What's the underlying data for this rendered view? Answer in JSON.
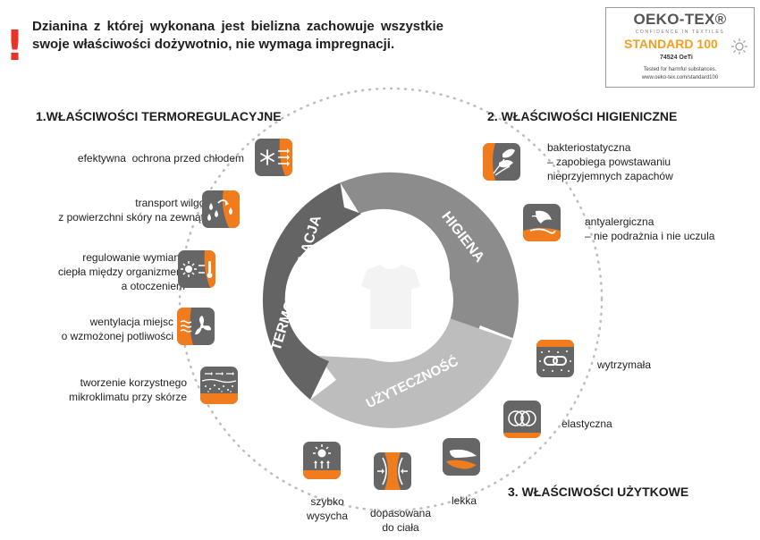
{
  "intro": {
    "mark": "!",
    "text": "Dzianina z której wykonana jest bielizna zachowuje wszystkie swoje właściwości dożywotnio, nie wymaga impregnacji."
  },
  "certificate": {
    "brand": "OEKO-TEX®",
    "tagline": "CONFIDENCE IN TEXTILES",
    "standard": "STANDARD 100",
    "number": "74524 OeTi",
    "tested": "Tested for harmful substances.",
    "website": "www.oeko-tex.com/standard100"
  },
  "diagram": {
    "segments": [
      "TERMOREGULACJA",
      "HIGIENA",
      "UŻYTECZNOŚĆ"
    ],
    "colors": {
      "orange": "#f07c1e",
      "dark_gray": "#646464",
      "mid_gray": "#8c8c8c",
      "light_gray": "#bdbdbd"
    }
  },
  "sections": {
    "thermo": {
      "heading": "1.WŁAŚCIWOŚCI TERMOREGULACYJNE",
      "items": [
        {
          "label": "efektywna  ochrona przed chłodem",
          "icon": "snowflake-icon"
        },
        {
          "label": "transport wilgoci\nz powierzchni skóry na zewnątrz",
          "icon": "droplets-icon"
        },
        {
          "label": "regulowanie wymiany\nciepła między organizmem\na otoczeniem",
          "icon": "sun-thermometer-icon"
        },
        {
          "label": "wentylacja miejsc\no wzmożonej potliwości",
          "icon": "fan-icon"
        },
        {
          "label": "tworzenie korzystnego\nmikroklimatu przy skórze",
          "icon": "microclimate-icon"
        }
      ]
    },
    "hygiene": {
      "heading": "2. WŁAŚCIWOŚCI HIGIENICZNE",
      "items": [
        {
          "label": "bakteriostatyczna\n– zapobiega powstawaniu\nnieprzyjemnych zapachów",
          "icon": "leaves-icon"
        },
        {
          "label": "antyalergiczna\n– nie podrażnia i nie uczula",
          "icon": "feather-hand-icon"
        }
      ]
    },
    "utility": {
      "heading": "3. WŁAŚCIWOŚCI UŻYTKOWE",
      "items": [
        {
          "label": "wytrzymała",
          "icon": "chain-icon"
        },
        {
          "label": "elastyczna",
          "icon": "rings-icon"
        },
        {
          "label": "lekka",
          "icon": "feather-icon"
        },
        {
          "label": "dopasowana\ndo ciała",
          "icon": "fitted-icon"
        },
        {
          "label": "szybko\nwysycha",
          "icon": "sun-dry-icon"
        }
      ]
    }
  }
}
